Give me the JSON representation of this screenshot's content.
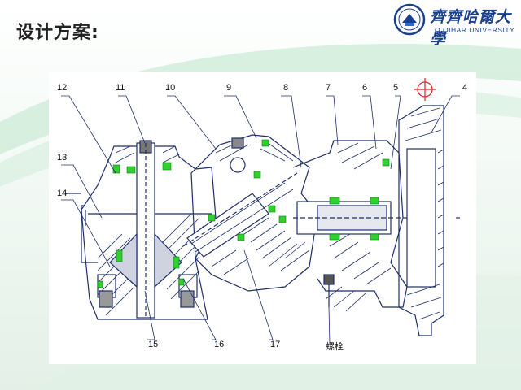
{
  "slide": {
    "title": "设计方案:",
    "university_cn": "齊齊哈爾大學",
    "university_en": "Q QIHAR UNIVERSITY"
  },
  "callouts": {
    "c1": "12",
    "c2": "11",
    "c3": "10",
    "c4": "9",
    "c5": "8",
    "c6": "7",
    "c7": "6",
    "c8": "5",
    "c9": "4",
    "c10": "13",
    "c11": "14",
    "c12": "15",
    "c13": "16",
    "c14": "17",
    "c15": "螺栓"
  },
  "colors": {
    "drawing_line": "#1f2f6a",
    "seal_green": "#2fd02f",
    "marker_red": "#e02020",
    "title_text": "#222222",
    "logo_blue": "#1a3f8f"
  }
}
